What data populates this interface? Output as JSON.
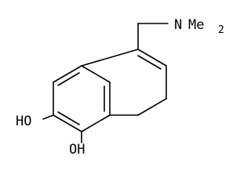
{
  "molecule": {
    "labels": {
      "amine_n": "N",
      "amine_me": "Me",
      "amine_subscript": "2",
      "hydroxyl_upper": "HO",
      "hydroxyl_lower": "OH"
    }
  }
}
